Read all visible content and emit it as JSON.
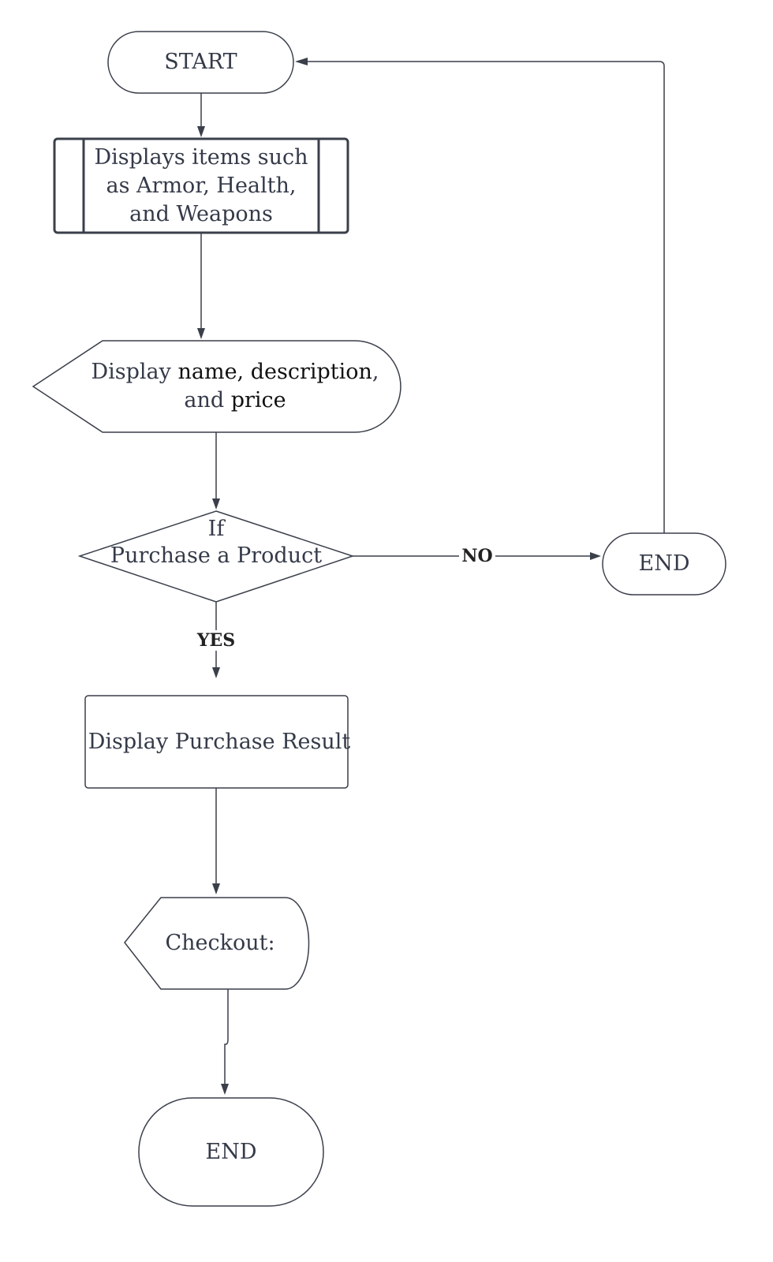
{
  "nodes": {
    "start": {
      "text": "START"
    },
    "display_items": {
      "text": "Displays items such as Armor, Health, and Weapons"
    },
    "display_info": {
      "segments": [
        {
          "text": "Display ",
          "emphasis": false
        },
        {
          "text": "name, description",
          "emphasis": true
        },
        {
          "text": ", and ",
          "emphasis": false
        },
        {
          "text": "price",
          "emphasis": true
        }
      ]
    },
    "decision": {
      "line1": "If",
      "line2": "Purchase a Product"
    },
    "end_right": {
      "text": "END"
    },
    "purchase_result": {
      "text": "Display Purchase Result"
    },
    "checkout": {
      "text": "Checkout:"
    },
    "end_bottom": {
      "text": "END"
    }
  },
  "edges": {
    "no_label": "NO",
    "yes_label": "YES"
  },
  "colors": {
    "stroke": "#3a3f4a",
    "text": "#343a48",
    "text_emphasis": "#111111",
    "background": "#ffffff"
  }
}
